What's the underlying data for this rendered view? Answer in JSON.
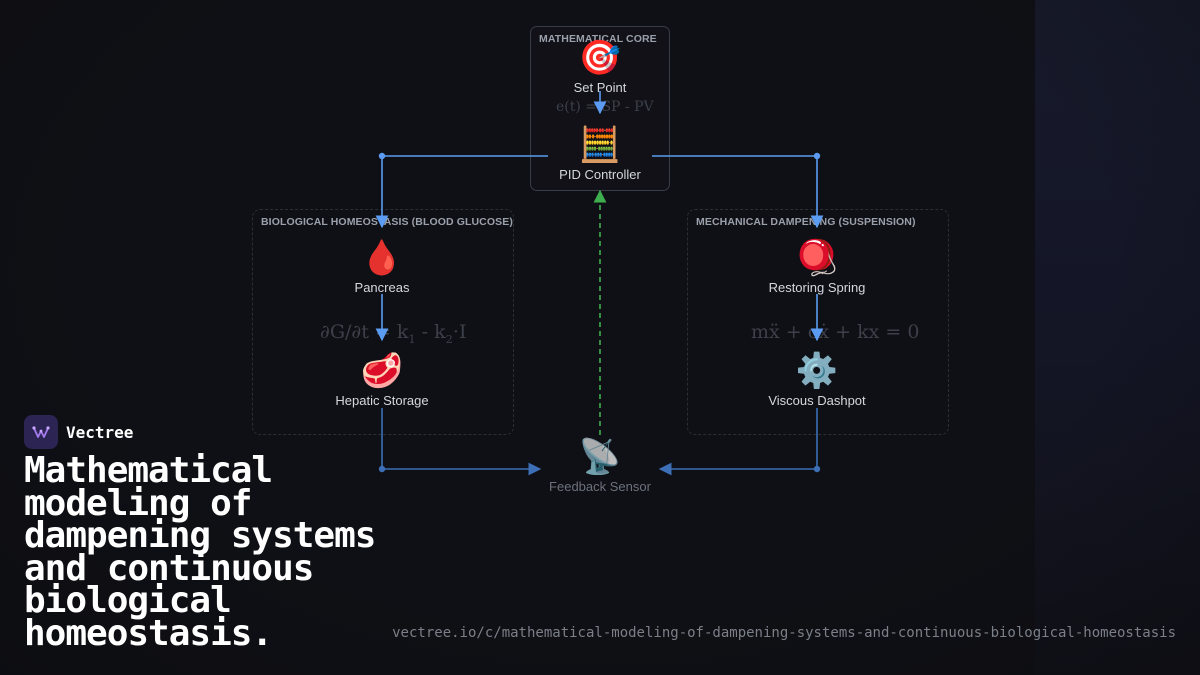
{
  "diagram": {
    "core": {
      "title": "MATHEMATICAL CORE",
      "set_point": {
        "label": "Set Point",
        "icon": "target-icon",
        "emoji": "🎯"
      },
      "error_formula": "e(t) = SP - PV",
      "pid": {
        "label": "PID Controller",
        "icon": "abacus-icon",
        "emoji": "🧮"
      }
    },
    "biological": {
      "title": "BIOLOGICAL HOMEOSTASIS (BLOOD GLUCOSE)",
      "pancreas": {
        "label": "Pancreas",
        "icon": "blood-drop-icon",
        "emoji": "🩸"
      },
      "formula": {
        "main": "∂G/∂t = k",
        "s1": "1",
        "mid": " - k",
        "s2": "2",
        "tail": "·I"
      },
      "hepatic": {
        "label": "Hepatic Storage",
        "icon": "meat-icon",
        "emoji": "🥩"
      }
    },
    "mechanical": {
      "title": "MECHANICAL DAMPENING (SUSPENSION)",
      "spring": {
        "label": "Restoring Spring",
        "icon": "yoyo-icon",
        "emoji": "🪀"
      },
      "formula": "mẍ + cẋ + kx = 0",
      "dashpot": {
        "label": "Viscous Dashpot",
        "icon": "gear-icon",
        "emoji": "⚙️"
      }
    },
    "sensor": {
      "label": "Feedback Sensor",
      "icon": "satellite-dish-icon",
      "emoji": "📡"
    },
    "colors": {
      "flow": "#5b9cf2",
      "feedback": "#3fae4f",
      "return": "#3c6fb5"
    }
  },
  "brand": {
    "name": "Vectree"
  },
  "page": {
    "title": "Mathematical modeling of dampening systems and continuous biological homeostasis.",
    "url": "vectree.io/c/mathematical-modeling-of-dampening-systems-and-continuous-biological-homeostasis"
  }
}
